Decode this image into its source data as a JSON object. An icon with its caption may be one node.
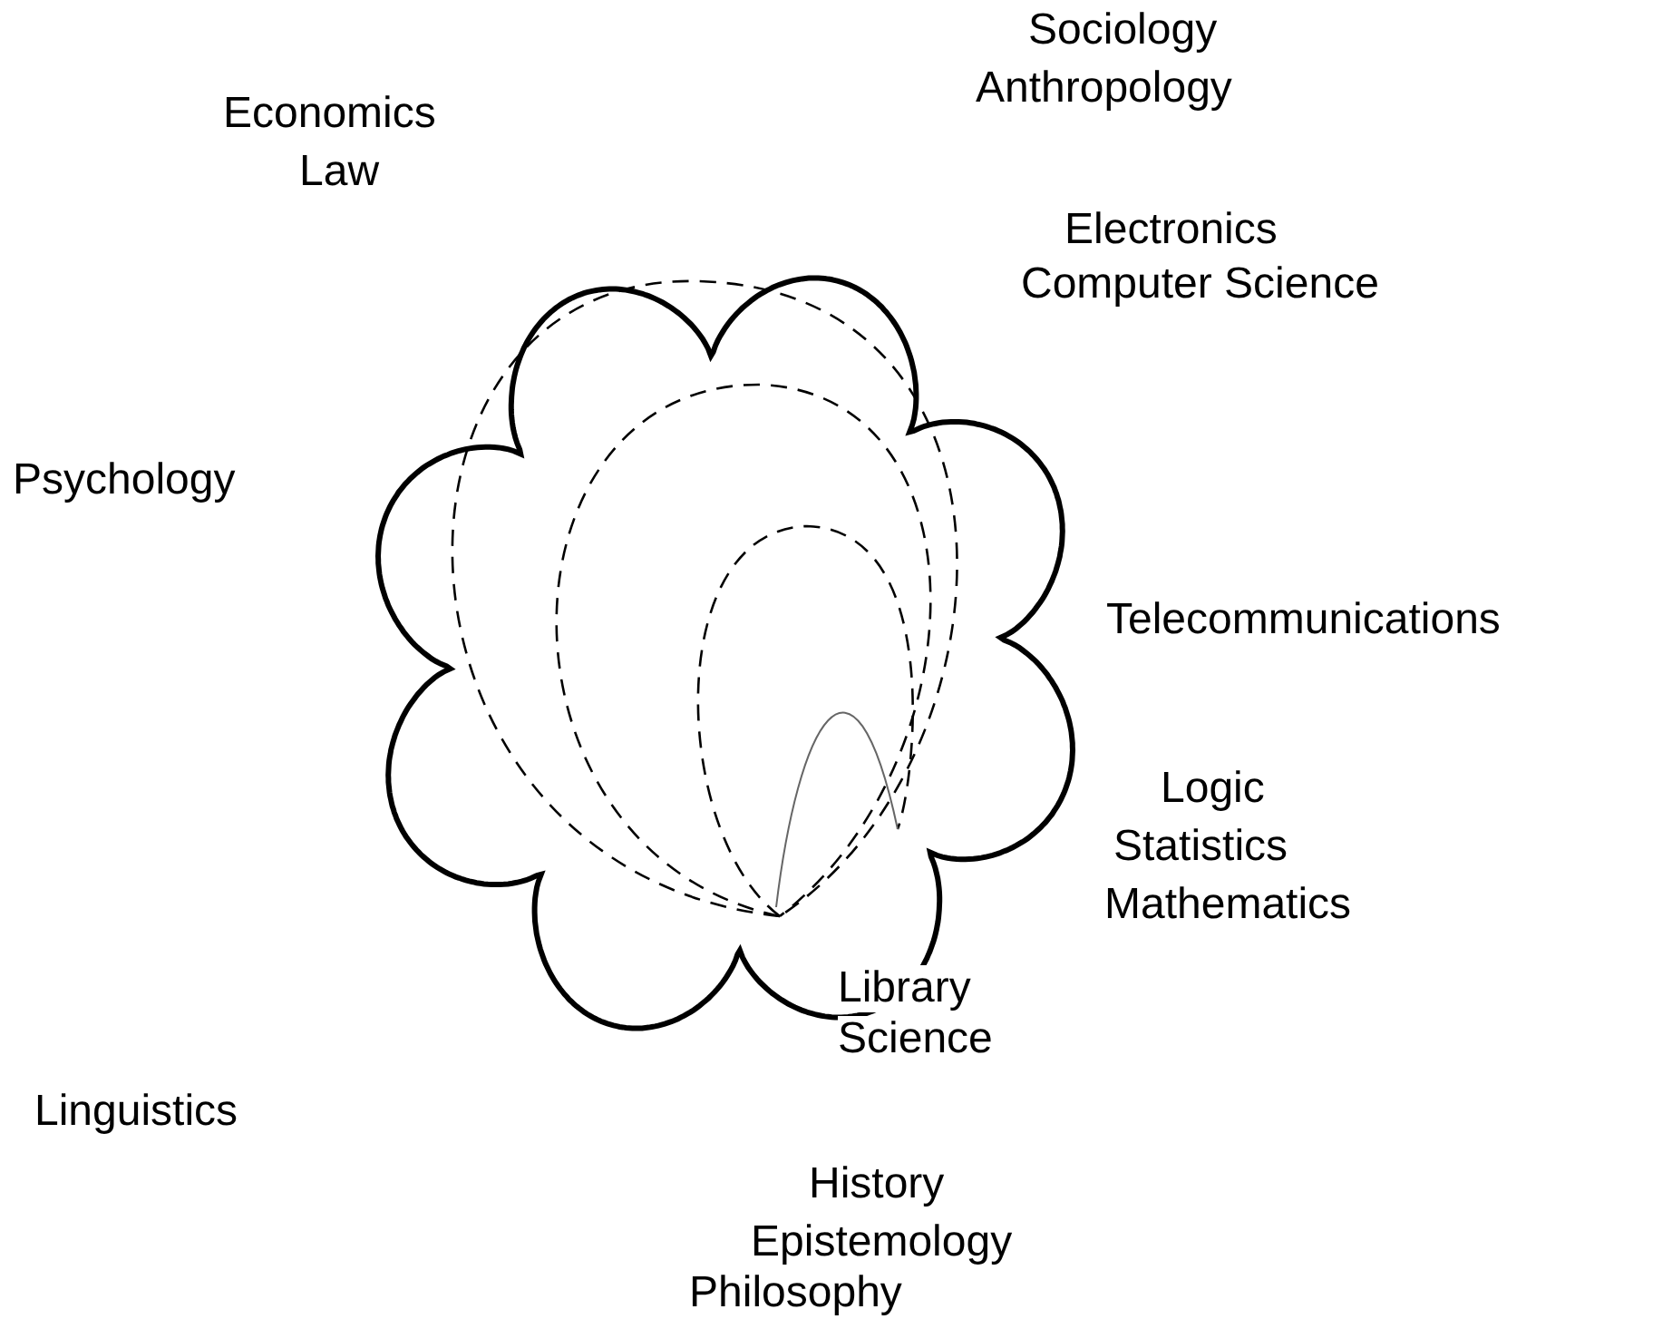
{
  "diagram": {
    "labels": [
      "Sociology",
      "Anthropology",
      "Economics",
      "Law",
      "Electronics",
      "Computer Science",
      "Psychology",
      "Telecommunications",
      "Logic",
      "Statistics",
      "Mathematics",
      "Library",
      "Science",
      "Linguistics",
      "History",
      "Epistemology",
      "Philosophy"
    ]
  }
}
